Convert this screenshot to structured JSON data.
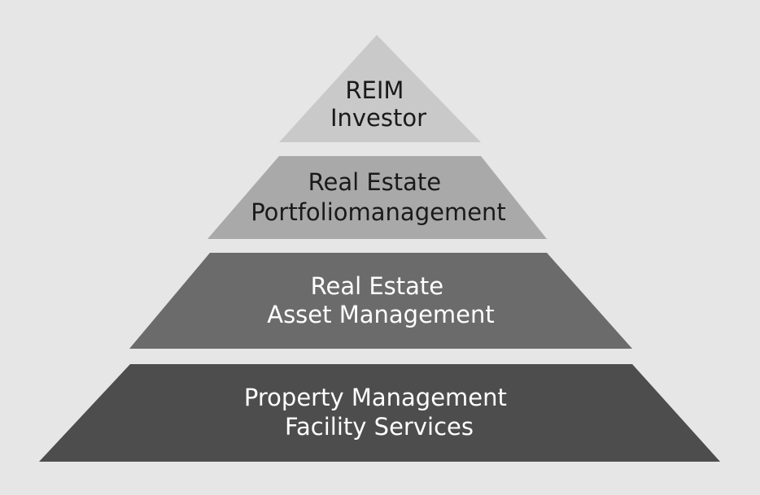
{
  "diagram": {
    "tiers": [
      {
        "line1": "REIM",
        "line2": "Investor",
        "fill": "#c9c9c9",
        "text_color": "#1a1a1a"
      },
      {
        "line1": "Real Estate",
        "line2": "Portfoliomanagement",
        "fill": "#a9a9a9",
        "text_color": "#1a1a1a"
      },
      {
        "line1": "Real Estate",
        "line2": "Asset Management",
        "fill": "#6b6b6b",
        "text_color": "#ffffff"
      },
      {
        "line1": "Property Management",
        "line2": "Facility Services",
        "fill": "#4d4d4d",
        "text_color": "#ffffff"
      }
    ]
  }
}
